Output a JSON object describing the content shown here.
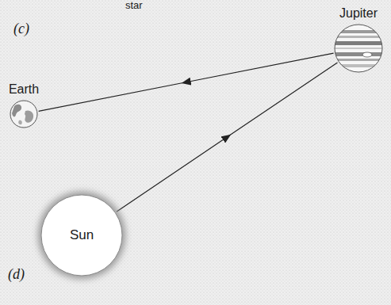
{
  "diagram": {
    "nodes": [
      {
        "text": [
          "Jupiter"
        ]
      },
      {
        "text": [
          "Earth"
        ]
      },
      {
        "text": [
          "Sun"
        ]
      }
    ],
    "edges": [
      {
        "from": 2,
        "to": 0,
        "arrow": "to"
      },
      {
        "from": 0,
        "to": 1,
        "arrow": "to"
      }
    ],
    "labels": [
      "star",
      "(c)",
      "(d)"
    ]
  }
}
